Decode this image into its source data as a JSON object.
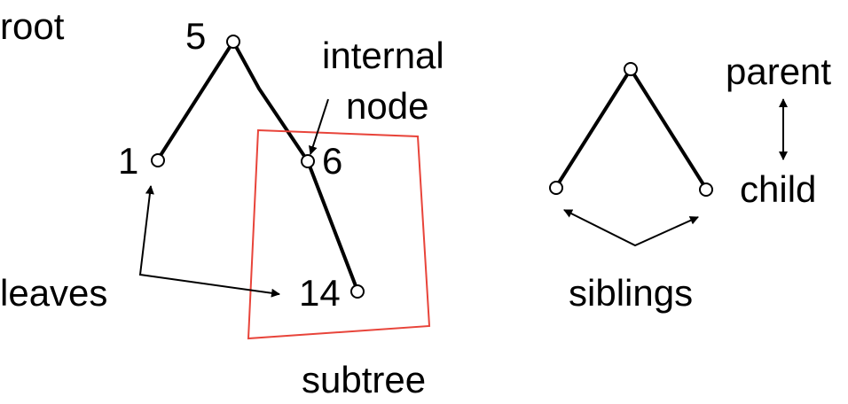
{
  "labels": {
    "root": "root",
    "node_5": "5",
    "node_1": "1",
    "node_6": "6",
    "node_14": "14",
    "internal_line1": "internal",
    "internal_line2": "node",
    "leaves": "leaves",
    "subtree": "subtree",
    "parent": "parent",
    "child": "child",
    "siblings": "siblings"
  },
  "colors": {
    "subtree_box": "#e8443a"
  }
}
